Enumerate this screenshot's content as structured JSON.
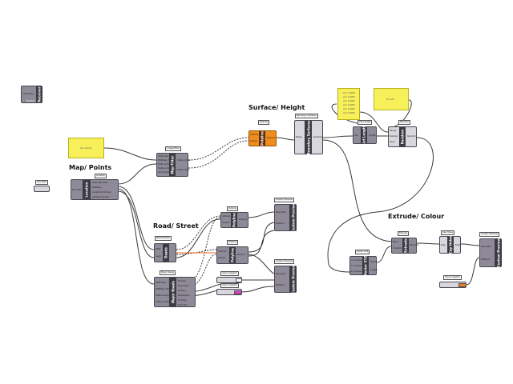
{
  "groups": {
    "map_points": "Map/ Points",
    "road_street": "Road/ Street",
    "surface_height": "Surface/ Height",
    "extrude_colour": "Extrude/ Colour"
  },
  "nodes": {
    "receiver": {
      "title": "Receiver",
      "port": "Geometry",
      "sub": "Number"
    },
    "location": {
      "tag": "Location",
      "title": "Location",
      "in": "City Path",
      "outs": [
        "OSM Data Sets",
        "OSM/Geo",
        "Longitude Domain",
        "Latitude Domain"
      ]
    },
    "city_input": {
      "label": "City Path"
    },
    "panel_left": {
      "text": "Ann Dorley"
    },
    "create_filter": {
      "tag": "Create/Filter",
      "title": "Map Filter",
      "ins": [
        "OSM Data Sets",
        "OSM/Geo Filter",
        "Feature Keys",
        "Feature Values",
        "Coordinate Filter"
      ],
      "outs": [
        "Feature Data",
        "Feature Key"
      ]
    },
    "polyline_h": {
      "tag": "Polyline",
      "title": "Polyline",
      "ins": [
        "Vertices",
        "Closed"
      ],
      "outs": [
        "Polyline"
      ]
    },
    "boundary": {
      "tag": "Boundary Surfaces",
      "title": "Boundary Surfaces",
      "ins": [
        "Edges"
      ],
      "outs": [
        "Surfaces"
      ]
    },
    "list_length": {
      "tag": "List Length",
      "title": "List Length",
      "ins": [
        "List"
      ],
      "outs": [
        "Length"
      ]
    },
    "random": {
      "tag": "Random",
      "title": "Random",
      "ins": [
        "Range",
        "Number",
        "Seed"
      ],
      "outs": [
        "Random"
      ]
    },
    "panel_multi": {
      "lines": [
        "{0} 0.0000",
        "{0} 0.0000",
        "{0} 0.0000",
        "{0} 0.0000",
        "{0} 0.0000",
        "{0} 0.0000"
      ]
    },
    "panel_range": {
      "text": "8 to 28"
    },
    "road_street": {
      "tag": "Street Roads",
      "title": "Roads",
      "ins": [
        "OSM",
        "Layer"
      ],
      "outs": []
    },
    "major_roads": {
      "tag": "Major Roads",
      "title": "Major Roads",
      "ins": [
        "OSM Data",
        "OSM/Geo Filter",
        "Feature Keys",
        "Feature Values"
      ],
      "outs": [
        "Primary",
        "Secondary",
        "Tertiary",
        "Residential",
        "Footway",
        "Road Key"
      ]
    },
    "polyline_a": {
      "tag": "Polyline",
      "title": "Polyline",
      "ins": [
        "Vertices",
        "Closed"
      ],
      "outs": [
        "Polyline"
      ]
    },
    "polyline_b": {
      "tag": "Polyline",
      "title": "Polyline",
      "ins": [
        "Vertices",
        "Closed"
      ],
      "outs": [
        "Polyline"
      ]
    },
    "preview_a": {
      "tag": "Custom Preview",
      "title": "Custom Preview",
      "ins": [
        "Geometry",
        "Material"
      ]
    },
    "preview_b": {
      "tag": "Custom Preview",
      "title": "Custom Preview",
      "ins": [
        "Geometry",
        "Material"
      ]
    },
    "swatch_a": {
      "tag": "Colour Swatch"
    },
    "swatch_b": {
      "tag": "Colour Swatch"
    },
    "vector_z": {
      "tag": "Vector XYZ",
      "title": "Vector XYZ",
      "ins": [
        "X component",
        "Y component",
        "Z component"
      ],
      "outs": [
        "Vector",
        "Length"
      ]
    },
    "extrude": {
      "tag": "Extrude",
      "title": "Extrude",
      "ins": [
        "Base",
        "Direction"
      ],
      "outs": [
        "Extrusion"
      ]
    },
    "cap_holes": {
      "tag": "Cap Holes",
      "title": "Cap Holes",
      "ins": [
        "Brep"
      ],
      "outs": [
        "Brep"
      ]
    },
    "preview_c": {
      "tag": "Custom Preview",
      "title": "Custom Preview",
      "ins": [
        "Geometry",
        "Material"
      ]
    },
    "swatch_c": {
      "tag": "Colour Swatch"
    }
  },
  "colors": {
    "wire": "#3a3a3a",
    "selected_wire": "#f26a1b",
    "node_body": "#8e8a98",
    "node_core": "#3c3a42",
    "panel": "#f7f05a",
    "orange_node": "#f08c1e",
    "swatch_white": "#ffffff",
    "swatch_pink": "#e040c8",
    "swatch_orange": "#f07a1e"
  }
}
